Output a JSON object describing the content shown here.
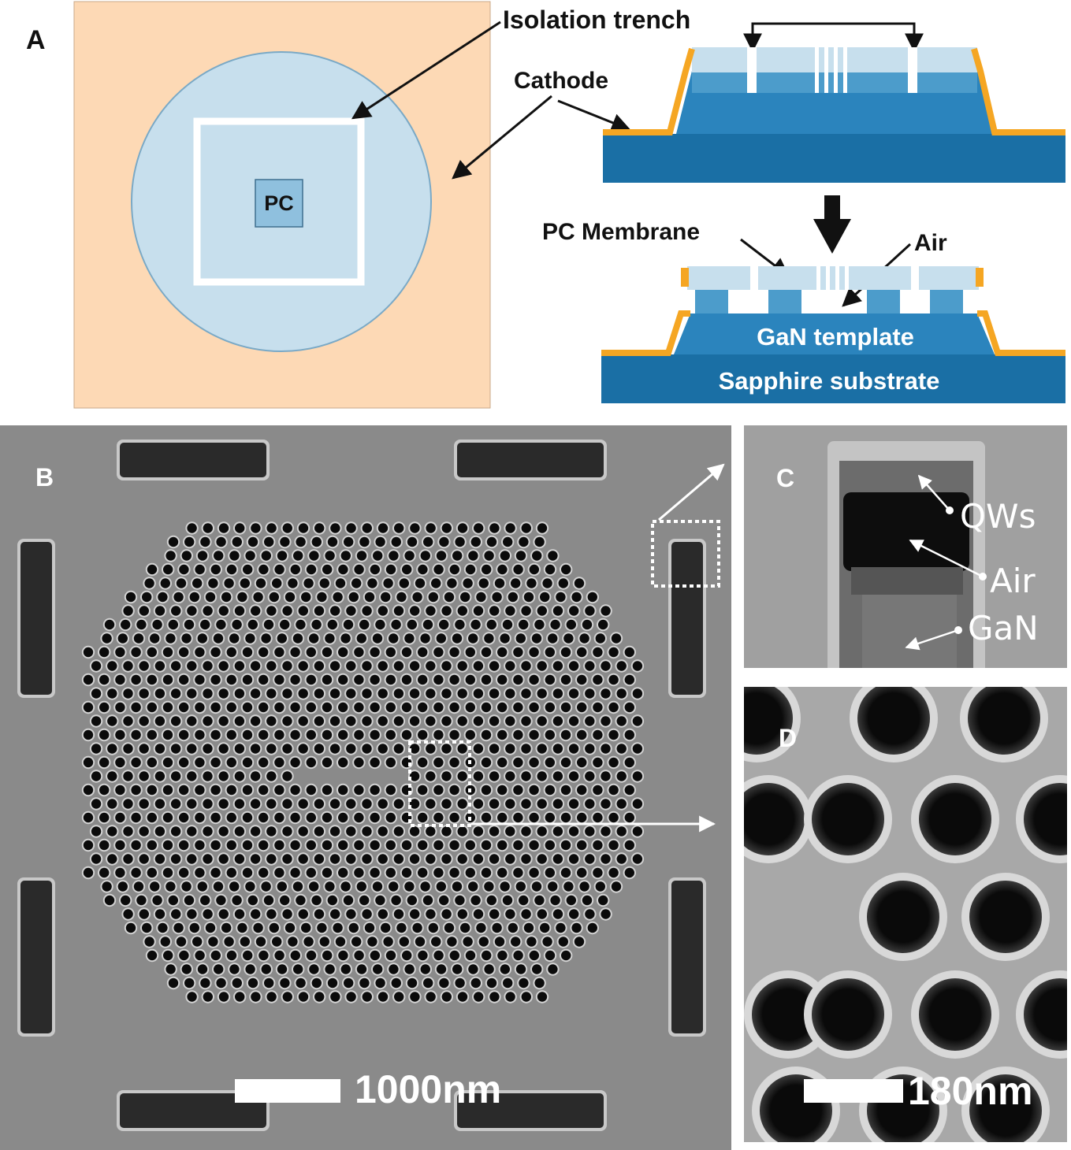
{
  "panels": {
    "a": {
      "letter": "A",
      "pc_label": "PC",
      "isolation_trench": "Isolation trench",
      "cathode": "Cathode",
      "pc_membrane": "PC Membrane",
      "air": "Air",
      "gan_template": "GaN template",
      "sapphire_substrate": "Sapphire substrate"
    },
    "b": {
      "letter": "B",
      "scale_bar": "1000nm"
    },
    "c": {
      "letter": "C",
      "qws": "QWs",
      "air": "Air",
      "gan": "GaN"
    },
    "d": {
      "letter": "D",
      "scale_bar": "180nm"
    }
  },
  "colors": {
    "peach": "#fdd9b5",
    "light_blue": "#c7dfed",
    "mid_blue": "#3a8fc4",
    "dark_blue": "#1a6fa5",
    "orange": "#f5a623",
    "sem_gray": "#8a8a8a"
  }
}
